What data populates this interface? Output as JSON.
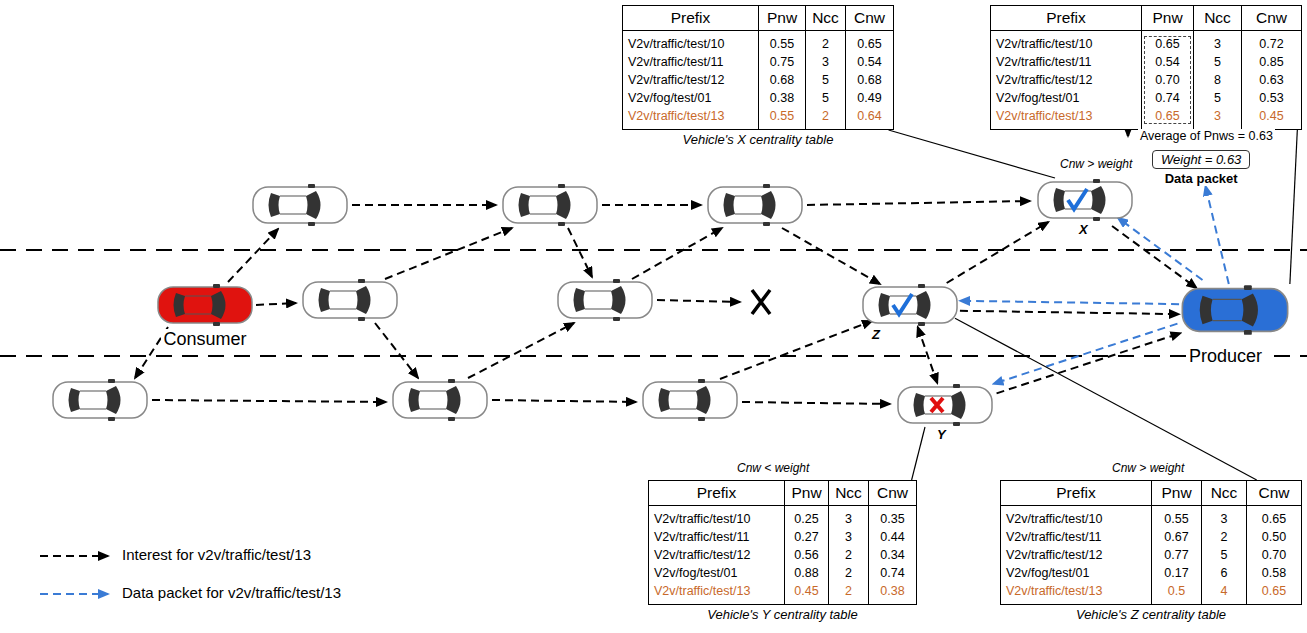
{
  "diagram": {
    "nodes": [
      {
        "text": [
          "Prefix",
          "Pnw",
          "Ncc",
          "Cnw",
          "V2v/traffic/test/10",
          "0.55",
          "2",
          "0.65",
          "V2v/traffic/test/11",
          "0.75",
          "3",
          "0.54",
          "V2v/traffic/test/12",
          "0.68",
          "5",
          "0.68",
          "V2v/fog/test/01",
          "0.38",
          "5",
          "0.49",
          "V2v/traffic/test/13",
          "0.55",
          "2",
          "0.64",
          "Vehicle's X centrality table"
        ]
      },
      {
        "text": [
          "Prefix",
          "Pnw",
          "Ncc",
          "Cnw",
          "V2v/traffic/test/10",
          "0.65",
          "3",
          "0.72",
          "V2v/traffic/test/11",
          "0.54",
          "5",
          "0.85",
          "V2v/traffic/test/12",
          "0.70",
          "8",
          "0.63",
          "V2v/fog/test/01",
          "0.74",
          "5",
          "0.53",
          "V2v/traffic/test/13",
          "0.65",
          "3",
          "0.45"
        ]
      },
      {
        "text": [
          "Consumer"
        ]
      },
      {
        "text": [
          "X"
        ]
      },
      {
        "text": [
          "Z"
        ]
      },
      {
        "text": [
          "Y"
        ]
      },
      {
        "text": [
          "Producer"
        ]
      },
      {
        "text": [
          "Prefix",
          "Pnw",
          "Ncc",
          "Cnw",
          "V2v/traffic/test/10",
          "0.25",
          "3",
          "0.35",
          "V2v/traffic/test/11",
          "0.27",
          "3",
          "0.44",
          "V2v/traffic/test/12",
          "0.56",
          "2",
          "0.34",
          "V2v/fog/test/01",
          "0.88",
          "2",
          "0.74",
          "V2v/traffic/test/13",
          "0.45",
          "2",
          "0.38",
          "Vehicle's Y centrality table"
        ]
      },
      {
        "text": [
          "Prefix",
          "Pnw",
          "Ncc",
          "Cnw",
          "V2v/traffic/test/10",
          "0.55",
          "3",
          "0.65",
          "V2v/traffic/test/11",
          "0.67",
          "2",
          "0.50",
          "V2v/traffic/test/12",
          "0.77",
          "5",
          "0.70",
          "V2v/fog/test/01",
          "0.17",
          "6",
          "0.58",
          "V2v/traffic/test/13",
          "0.5",
          "4",
          "0.65",
          "Vehicle's Z centrality table"
        ]
      },
      {
        "text": [
          "Weight = 0.63",
          "Data packet"
        ]
      }
    ],
    "edges": [
      {
        "from": 4,
        "to": 3,
        "arrow": "to"
      },
      {
        "from": 3,
        "to": 6,
        "arrow": "to"
      },
      {
        "from": 4,
        "to": 6,
        "arrow": "to"
      },
      {
        "from": 4,
        "to": 5,
        "arrow": "both"
      },
      {
        "from": 5,
        "to": 6,
        "arrow": "to"
      },
      {
        "from": 6,
        "to": 3,
        "arrow": "to"
      },
      {
        "from": 6,
        "to": 4,
        "arrow": "to"
      },
      {
        "from": 6,
        "to": 5,
        "arrow": "to"
      },
      {
        "from": 6,
        "to": 9,
        "arrow": "to"
      },
      {
        "from": 0,
        "to": 3,
        "arrow": "none"
      },
      {
        "from": 1,
        "to": 6,
        "arrow": "none"
      },
      {
        "from": 7,
        "to": 5,
        "arrow": "none"
      },
      {
        "from": 8,
        "to": 4,
        "arrow": "none"
      }
    ],
    "labels": [
      "Cnw > weight",
      "Average of Pnws = 0.63",
      "Cnw < weight",
      "Cnw > weight"
    ],
    "legend": [
      {
        "text": "Interest for v2v/traffic/test/13"
      },
      {
        "text": "Data packet for v2v/traffic/test/13"
      }
    ]
  }
}
